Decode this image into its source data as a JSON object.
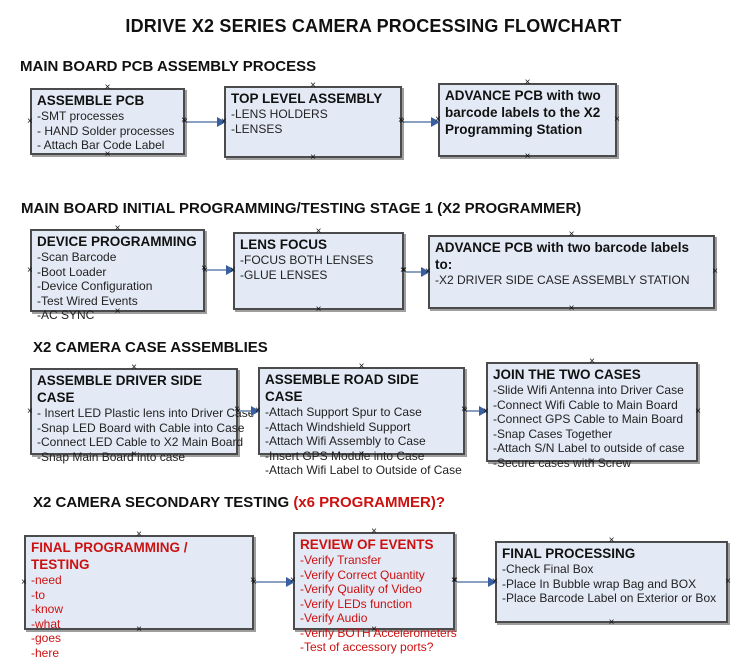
{
  "title": "IDRIVE X2  SERIES CAMERA PROCESSING FLOWCHART",
  "colors": {
    "box_fill": "#e3eaf5",
    "box_border": "#4b4b4b",
    "accent_red": "#cc1111",
    "arrow_line": "#8aa0c0",
    "arrow_head": "#3a5fa0",
    "text": "#111111"
  },
  "sections": [
    {
      "heading": "MAIN BOARD PCB ASSEMBLY PROCESS",
      "boxes": [
        {
          "title": "ASSEMBLE PCB",
          "items": [
            "-SMT processes",
            "- HAND Solder processes",
            "- Attach Bar Code Label"
          ]
        },
        {
          "title": "TOP LEVEL ASSEMBLY",
          "items": [
            "-LENS HOLDERS",
            "-LENSES"
          ]
        },
        {
          "title": "ADVANCE PCB with two barcode labels to the X2 Programming Station",
          "items": []
        }
      ]
    },
    {
      "heading": "MAIN BOARD INITIAL PROGRAMMING/TESTING STAGE 1 (X2 PROGRAMMER)",
      "boxes": [
        {
          "title": "DEVICE PROGRAMMING",
          "items": [
            "-Scan Barcode",
            "-Boot Loader",
            "-Device Configuration",
            "-Test Wired Events",
            "-AC SYNC"
          ]
        },
        {
          "title": "LENS FOCUS",
          "items": [
            "-FOCUS BOTH LENSES",
            "-GLUE LENSES"
          ]
        },
        {
          "title": "ADVANCE PCB with two barcode labels to:",
          "items": [
            "-X2 DRIVER  SIDE  CASE  ASSEMBLY STATION"
          ]
        }
      ]
    },
    {
      "heading": "X2 CAMERA CASE ASSEMBLIES",
      "boxes": [
        {
          "title": "ASSEMBLE DRIVER SIDE CASE",
          "items": [
            "- Insert LED Plastic lens into Driver Case",
            "-Snap LED Board with Cable into Case",
            "-Connect LED Cable to X2 Main Board",
            "-Snap Main Board into case"
          ]
        },
        {
          "title": "ASSEMBLE ROAD SIDE CASE",
          "items": [
            "-Attach Support Spur to Case",
            "-Attach Windshield Support",
            "-Attach Wifi Assembly to Case",
            "-Insert GPS Module into Case",
            "-Attach Wifi Label to Outside of Case"
          ]
        },
        {
          "title": "JOIN THE TWO CASES",
          "items": [
            "-Slide Wifi Antenna into Driver Case",
            "-Connect Wifi Cable to Main Board",
            "-Connect GPS Cable to Main Board",
            "-Snap Cases Together",
            "-Attach S/N Label to outside of case",
            "-Secure cases with Screw"
          ]
        }
      ]
    },
    {
      "heading": "X2 CAMERA SECONDARY TESTING ",
      "heading_accent": "(x6 PROGRAMMER)?",
      "boxes": [
        {
          "title": "FINAL PROGRAMMING / TESTING",
          "items": [
            "-need",
            "-to",
            "-know",
            "-what",
            "-goes",
            "-here"
          ]
        },
        {
          "title": "REVIEW OF EVENTS",
          "items": [
            "-Verify Transfer",
            "-Verify Correct Quantity",
            "-Verify Quality of Video",
            "-Verify LEDs function",
            "-Verify Audio",
            "-Verify BOTH Accelerometers",
            "-Test of accessory ports?"
          ]
        },
        {
          "title": "FINAL PROCESSING",
          "items": [
            " -Check Final Box",
            "-Place In Bubble wrap Bag and BOX",
            "-Place Barcode Label on Exterior or Box"
          ]
        }
      ]
    }
  ]
}
